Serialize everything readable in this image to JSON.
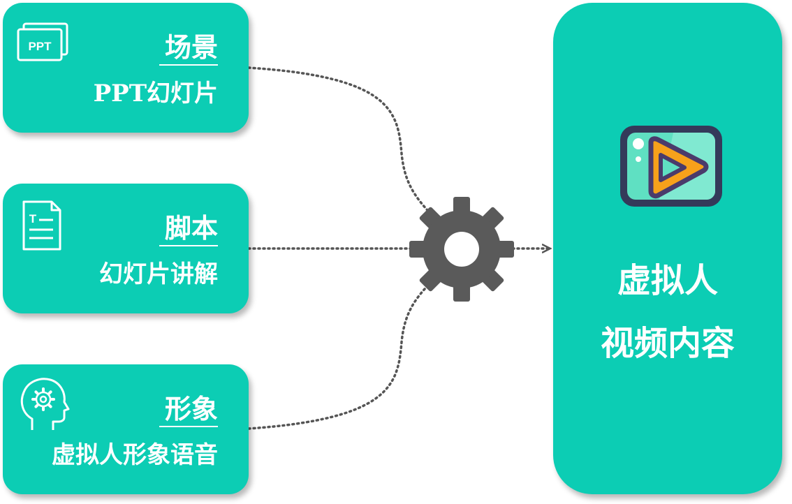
{
  "inputs": [
    {
      "title": "场景",
      "subtitle": "PPT幻灯片",
      "icon": "ppt-slides-icon",
      "icon_text": "PPT"
    },
    {
      "title": "脚本",
      "subtitle": "幻灯片讲解",
      "icon": "text-document-icon",
      "icon_text": "T"
    },
    {
      "title": "形象",
      "subtitle": "虚拟人形象语音",
      "icon": "head-with-gear-icon"
    }
  ],
  "process": {
    "icon": "gear-icon"
  },
  "output": {
    "line1": "虚拟人",
    "line2": "视频内容",
    "icon": "video-play-icon"
  },
  "colors": {
    "card": "#0ccdb4",
    "text": "#ffffff",
    "gear": "#5a5a5a",
    "connector": "#555555",
    "video_frame": "#343a5a",
    "video_screen": "#5fe0c2",
    "play_orange": "#f7a11b",
    "play_purple": "#4a3b6b"
  }
}
